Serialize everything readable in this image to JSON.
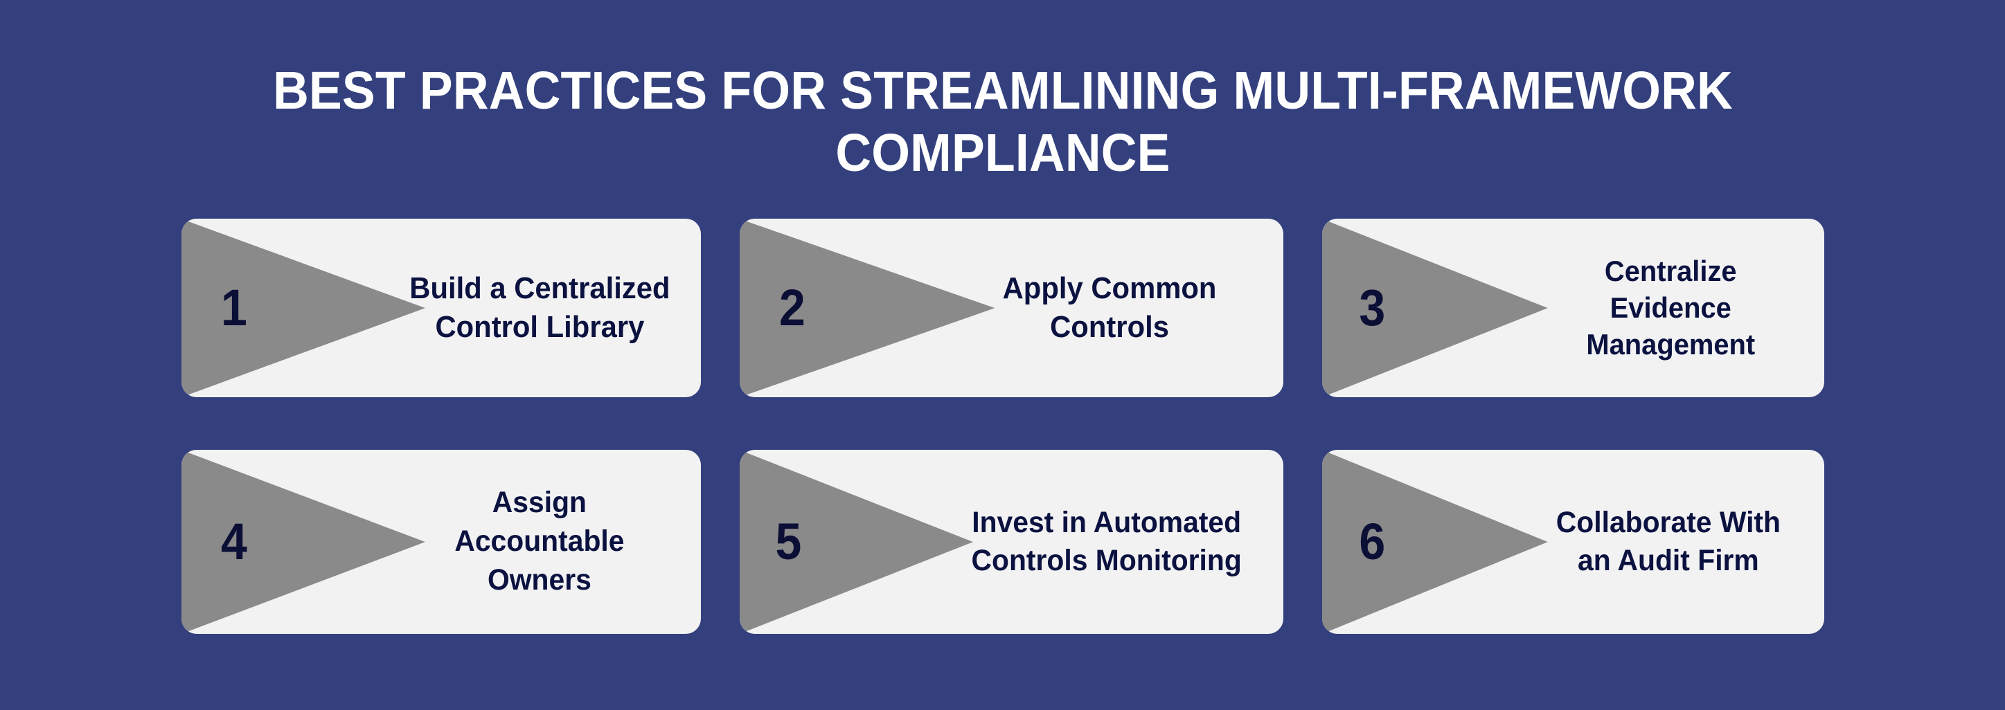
{
  "theme": {
    "background_color": "#33407D",
    "card_background_color": "#F2F2F3",
    "flag_color": "#8A8A8A",
    "number_color": "#0B0E35",
    "label_color": "#0B1240",
    "title_color": "#FFFFFF"
  },
  "title": {
    "line1": "BEST PRACTICES FOR STREAMLINING MULTI-FRAMEWORK",
    "line2": "COMPLIANCE"
  },
  "cards": [
    {
      "number": "1",
      "label": "Build a Centralized Control Library"
    },
    {
      "number": "2",
      "label": "Apply Common Controls"
    },
    {
      "number": "3",
      "label": "Centralize Evidence Management"
    },
    {
      "number": "4",
      "label": "Assign Accountable Owners"
    },
    {
      "number": "5",
      "label": "Invest in Automated Controls Monitoring"
    },
    {
      "number": "6",
      "label": "Collaborate With an Audit Firm"
    }
  ]
}
